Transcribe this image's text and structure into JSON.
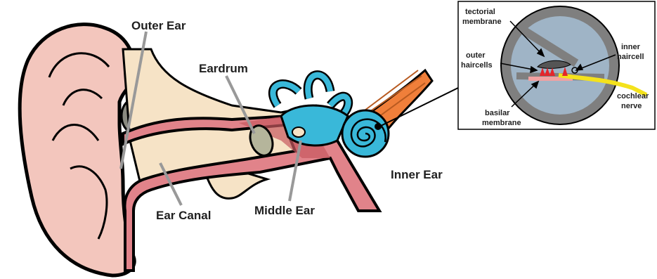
{
  "main_labels": {
    "outer_ear": "Outer Ear",
    "eardrum": "Eardrum",
    "inner_ear": "Inner Ear",
    "ear_canal": "Ear Canal",
    "middle_ear": "Middle Ear"
  },
  "inset_labels": {
    "tectorial_line1": "tectorial",
    "tectorial_line2": "membrane",
    "outer_line1": "outer",
    "outer_line2": "haircells",
    "inner_line1": "inner",
    "inner_line2": "haircell",
    "basilar_line1": "basilar",
    "basilar_line2": "membrane",
    "cochlear_line1": "cochlear",
    "cochlear_line2": "nerve"
  },
  "colors": {
    "skin": "#f3c6bd",
    "skin_shade": "#e9b0a6",
    "tissue": "#f6e3c6",
    "canal": "#e1838a",
    "canal_dark": "#c8585f",
    "labyrinth": "#39b8d9",
    "nerve": "#f07f3a",
    "inset_bg": "#9fb4c6",
    "inset_ring": "#7f7f7f",
    "nerve_yellow": "#f4e21c",
    "haircell_red": "#e5252a",
    "eardrum": "#b5b59b"
  }
}
